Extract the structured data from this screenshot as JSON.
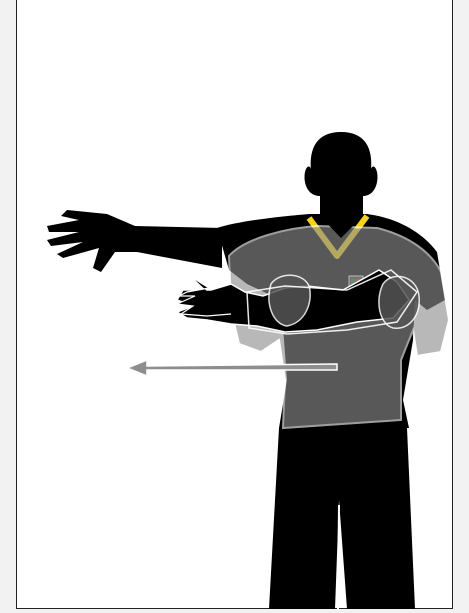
{
  "figure": {
    "subject": "referee-signal-illustration",
    "colors": {
      "background": "#ffffff",
      "page": "#f1f2f1",
      "silhouette": "#000000",
      "shirt_ghost": "#8e8e8e",
      "collar": "#f2d21b",
      "arrow": "#8e8e8e",
      "outline": "#ffffff"
    },
    "icons": [
      "referee-silhouette",
      "motion-arrow",
      "badge-icon"
    ]
  }
}
